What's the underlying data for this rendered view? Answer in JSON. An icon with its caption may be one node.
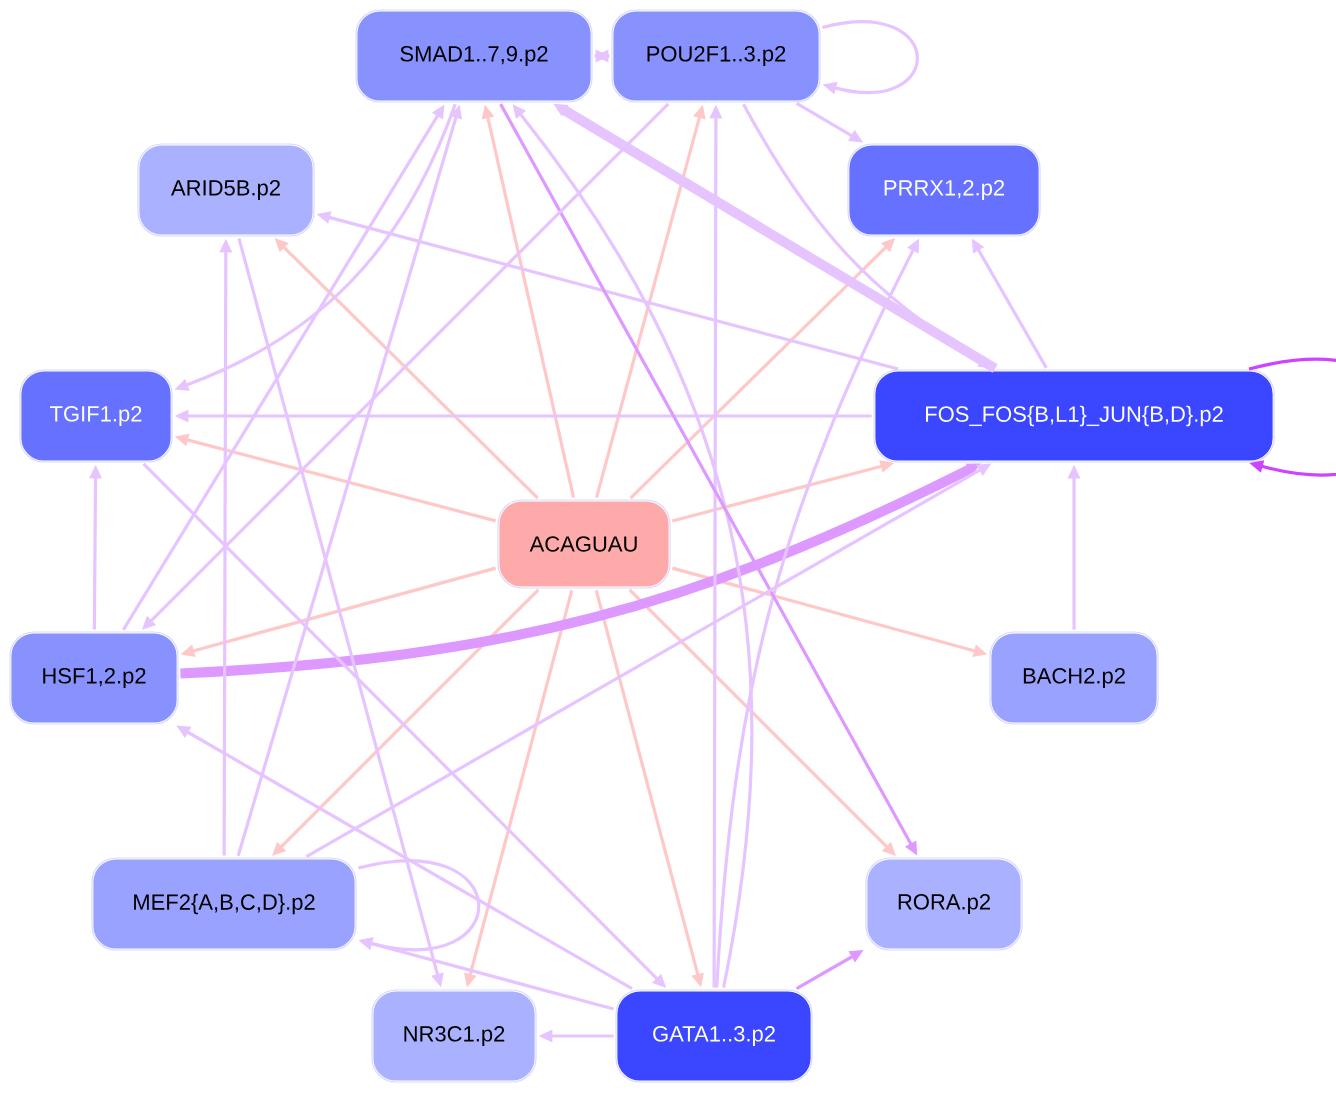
{
  "diagram": {
    "nodes": [
      {
        "text": [
          "ACAGUAU"
        ]
      },
      {
        "text": [
          "SMAD1..7,9.p2"
        ]
      },
      {
        "text": [
          "POU2F1..3.p2"
        ]
      },
      {
        "text": [
          "ARID5B.p2"
        ]
      },
      {
        "text": [
          "PRRX1,2.p2"
        ]
      },
      {
        "text": [
          "TGIF1.p2"
        ]
      },
      {
        "text": [
          "FOS_FOS{B,L1}_JUN{B,D}.p2"
        ]
      },
      {
        "text": [
          "HSF1,2.p2"
        ]
      },
      {
        "text": [
          "BACH2.p2"
        ]
      },
      {
        "text": [
          "MEF2{A,B,C,D}.p2"
        ]
      },
      {
        "text": [
          "RORA.p2"
        ]
      },
      {
        "text": [
          "NR3C1.p2"
        ]
      },
      {
        "text": [
          "GATA1..3.p2"
        ]
      }
    ],
    "edges": [
      {
        "from": 0,
        "to": 1,
        "arrow": "to",
        "color": "#ffc8c8"
      },
      {
        "from": 0,
        "to": 2,
        "arrow": "to",
        "color": "#ffc8c8"
      },
      {
        "from": 0,
        "to": 3,
        "arrow": "to",
        "color": "#ffc8c8"
      },
      {
        "from": 0,
        "to": 4,
        "arrow": "to",
        "color": "#ffc8c8"
      },
      {
        "from": 0,
        "to": 5,
        "arrow": "to",
        "color": "#ffc8c8"
      },
      {
        "from": 0,
        "to": 6,
        "arrow": "to",
        "color": "#ffc8c8"
      },
      {
        "from": 0,
        "to": 7,
        "arrow": "to",
        "color": "#ffc8c8"
      },
      {
        "from": 0,
        "to": 8,
        "arrow": "to",
        "color": "#ffc8c8"
      },
      {
        "from": 0,
        "to": 9,
        "arrow": "to",
        "color": "#ffc8c8"
      },
      {
        "from": 0,
        "to": 10,
        "arrow": "to",
        "color": "#ffc8c8"
      },
      {
        "from": 0,
        "to": 11,
        "arrow": "to",
        "color": "#ffc8c8"
      },
      {
        "from": 0,
        "to": 12,
        "arrow": "to",
        "color": "#ffc8c8"
      },
      {
        "from": 1,
        "to": 2,
        "arrow": "to"
      },
      {
        "from": 2,
        "to": 1,
        "arrow": "to"
      },
      {
        "from": 2,
        "to": 2,
        "arrow": "to"
      },
      {
        "from": 2,
        "to": 4,
        "arrow": "to"
      },
      {
        "from": 6,
        "to": 6,
        "arrow": "to",
        "color": "#cc44ff"
      },
      {
        "from": 9,
        "to": 9,
        "arrow": "to"
      },
      {
        "from": 6,
        "to": 4,
        "arrow": "to"
      },
      {
        "from": 8,
        "to": 6,
        "arrow": "to"
      },
      {
        "from": 6,
        "to": 5,
        "arrow": "to"
      },
      {
        "from": 6,
        "to": 3,
        "arrow": "to"
      },
      {
        "from": 6,
        "to": 1,
        "arrow": "to",
        "style": "thick"
      },
      {
        "from": 2,
        "to": 6,
        "arrow": "to"
      },
      {
        "from": 12,
        "to": 10,
        "arrow": "to",
        "color": "#dd99ff"
      },
      {
        "from": 12,
        "to": 11,
        "arrow": "to"
      },
      {
        "from": 12,
        "to": 9,
        "arrow": "to"
      },
      {
        "from": 12,
        "to": 7,
        "arrow": "to"
      },
      {
        "from": 7,
        "to": 6,
        "arrow": "to",
        "style": "thick",
        "color": "#dd99ff"
      },
      {
        "from": 7,
        "to": 5,
        "arrow": "to"
      },
      {
        "from": 9,
        "to": 3,
        "arrow": "to"
      },
      {
        "from": 1,
        "to": 5,
        "arrow": "to"
      },
      {
        "from": 12,
        "to": 1,
        "arrow": "to"
      },
      {
        "from": 12,
        "to": 2,
        "arrow": "to"
      },
      {
        "from": 12,
        "to": 4,
        "arrow": "to"
      },
      {
        "from": 9,
        "to": 1,
        "arrow": "to"
      },
      {
        "from": 7,
        "to": 1,
        "arrow": "to"
      },
      {
        "from": 3,
        "to": 11,
        "arrow": "to"
      },
      {
        "from": 1,
        "to": 10,
        "arrow": "to",
        "color": "#dd99ff"
      },
      {
        "from": 9,
        "to": 6,
        "arrow": "to"
      },
      {
        "from": 5,
        "to": 12,
        "arrow": "to"
      },
      {
        "from": 2,
        "to": 7,
        "arrow": "to"
      }
    ]
  }
}
